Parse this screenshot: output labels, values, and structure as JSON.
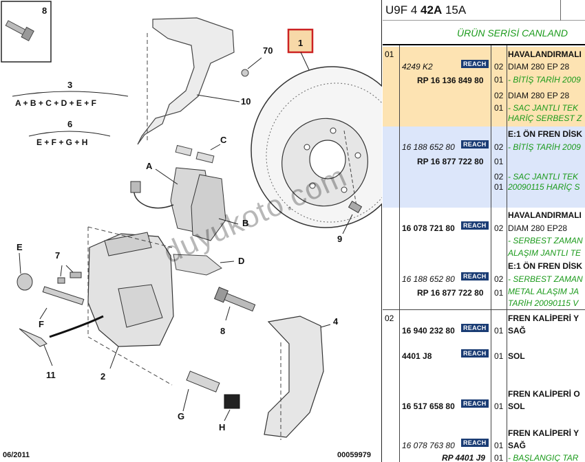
{
  "diagram": {
    "labels": {
      "l8": "8",
      "l70": "70",
      "l1": "1",
      "l10": "10",
      "l3": "3",
      "l6": "6",
      "lC": "C",
      "lA": "A",
      "lB": "B",
      "lD": "D",
      "l9": "9",
      "lE": "E",
      "l7": "7",
      "lF": "F",
      "l11": "11",
      "l2": "2",
      "l8b": "8",
      "l4": "4",
      "lG": "G",
      "lH": "H"
    },
    "formula1": "A + B + C + D + E + F",
    "formula2": "E + F + G + H",
    "date": "06/2011",
    "doc_number": "00059979",
    "watermark": "duyukoto.com"
  },
  "header": {
    "code_prefix": "U9F 4 ",
    "code_bold": "42A",
    "code_suffix": " 15A",
    "series_title": "ÜRÜN SERİSİ CANLAND"
  },
  "groups": [
    {
      "index": "01"
    },
    {
      "index": "02"
    }
  ],
  "rows": {
    "r1_ref": "4249 K2",
    "r1_pn": "RP 16 136 849 80",
    "r1_q1": "02",
    "r1_q2": "01",
    "r1_q3": "02",
    "r1_q4": "01",
    "r1_d1": "HAVALANDIRMALI",
    "r1_d2": "DIAM 280 EP 28",
    "r1_d3": "- BİTİŞ TARİH 2009",
    "r1_d4": "DIAM 280 EP 28",
    "r1_d5": "- SAC JANTLI TEK",
    "r1_d6": "HARİÇ SERBEST Z",
    "r2_ref": "16 188 652 80",
    "r2_pn": "RP 16 877 722 80",
    "r2_q1": "02",
    "r2_q2": "01",
    "r2_q3": "02",
    "r2_q4": "01",
    "r2_d1": "E:1 ÖN FREN DİSK",
    "r2_d2": "- BİTİŞ TARİH 2009",
    "r2_d3": "- SAC JANTLI TEK",
    "r2_d4": "20090115 HARİÇ S",
    "r3_ref": "16 078 721 80",
    "r3_q1": "02",
    "r3_d1": "HAVALANDIRMALI",
    "r3_d2": "DIAM 280 EP28",
    "r3_d3": "- SERBEST ZAMAN",
    "r3_d4": "ALAŞIM JANTLI TE",
    "r3_d5": "E:1 ÖN FREN DİSK",
    "r4_ref": "16 188 652 80",
    "r4_pn": "RP 16 877 722 80",
    "r4_q1": "02",
    "r4_q2": "01",
    "r4_d1": "- SERBEST ZAMAN",
    "r4_d2": "METAL ALAŞIM JA",
    "r4_d3": "TARİH 20090115 V",
    "r5_ref": "16 940 232 80",
    "r5_q1": "01",
    "r5_d1": "FREN KALİPERİ Y",
    "r5_d2": "SAĞ",
    "r6_ref": "4401 J8",
    "r6_q1": "01",
    "r6_d1": "SOL",
    "r7_ref": "16 517 658 80",
    "r7_q1": "01",
    "r7_d1": "FREN KALİPERİ O",
    "r7_d2": "SOL",
    "r8_ref": "16 078 763 80",
    "r8_pn": "RP 4401 J9",
    "r8_q1": "01",
    "r8_q2": "01",
    "r8_d1": "FREN KALİPERİ Y",
    "r8_d2": "SAĞ",
    "r8_d3": "- BAŞLANGIÇ TAR"
  },
  "badge_text": "REACH",
  "colors": {
    "group1_bg": "#fde3b2",
    "group2_bg": "#dce6fa",
    "highlight_box": "#cc2222",
    "badge_bg": "#1a3c74",
    "green_text": "#1a9a1a"
  }
}
